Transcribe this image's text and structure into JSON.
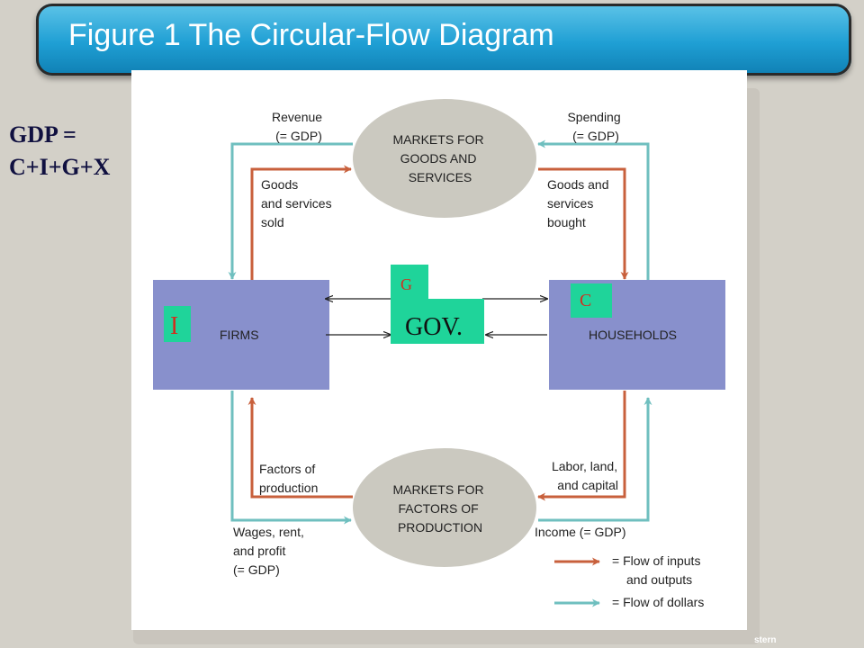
{
  "title": "Figure 1 The Circular-Flow Diagram",
  "footer_credit": "stern",
  "formula": {
    "line1": "GDP =",
    "line2": "C+I+G+X"
  },
  "diagram": {
    "markets_goods": [
      "MARKETS FOR",
      "GOODS AND",
      "SERVICES"
    ],
    "markets_factors": [
      "MARKETS FOR",
      "FACTORS OF",
      "PRODUCTION"
    ],
    "firms": "FIRMS",
    "households": "HOUSEHOLDS",
    "gov": "GOV.",
    "tag_g": "G",
    "tag_c": "C",
    "tag_i": "I",
    "revenue": [
      "Revenue",
      "(= GDP)"
    ],
    "spending": [
      "Spending",
      "(= GDP)"
    ],
    "goods_sold": [
      "Goods",
      "and services",
      "sold"
    ],
    "goods_bought": [
      "Goods and",
      "services",
      "bought"
    ],
    "factors": [
      "Factors of",
      "production"
    ],
    "labor": [
      "Labor, land,",
      "and capital"
    ],
    "wages": [
      "Wages, rent,",
      "and profit",
      "(= GDP)"
    ],
    "income": "Income (= GDP)",
    "legend": {
      "inputs": [
        "= Flow of inputs",
        "and outputs"
      ],
      "dollars": "= Flow of dollars"
    },
    "colors": {
      "orange": "#c8603c",
      "teal": "#6fbfbf",
      "box": "#8890cc",
      "ellipse": "#cbc9c0",
      "green": "#1fd49a"
    }
  }
}
